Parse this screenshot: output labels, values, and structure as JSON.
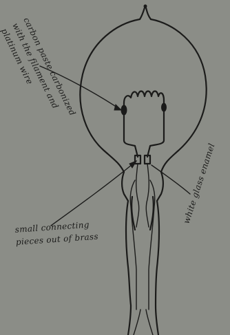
{
  "annotations": {
    "carbon_note": [
      "carbon paste carbonized",
      "with the filament and",
      "platinum wire"
    ],
    "glass_note": "white glass enamel",
    "connecting_note": [
      "small connecting",
      "pieces out of brass"
    ]
  },
  "colors": {
    "paper": "#8b8d87",
    "ink": "#1b1b1a"
  }
}
